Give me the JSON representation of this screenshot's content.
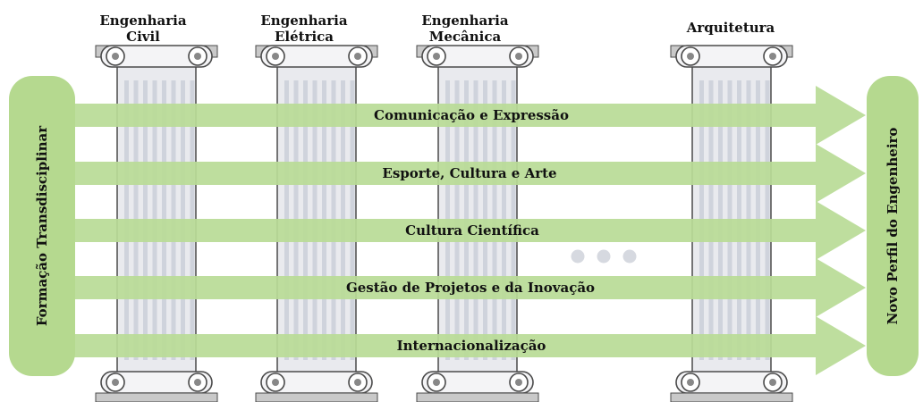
{
  "pillars": [
    {
      "label": "Engenharia\nCivil"
    },
    {
      "label": "Engenharia\nElétrica"
    },
    {
      "label": "Engenharia\nMecânica"
    },
    {
      "label": "Arquitetura"
    }
  ],
  "left_panel": {
    "label": "Formação Transdisciplinar"
  },
  "right_panel": {
    "label": "Novo Perfil do Engenheiro"
  },
  "arrows": [
    {
      "label": "Comunicação e Expressão"
    },
    {
      "label": "Esporte, Cultura e Arte"
    },
    {
      "label": "Cultura Científica"
    },
    {
      "label": "Gestão de Projetos e da Inovação"
    },
    {
      "label": "Internacionalização"
    }
  ],
  "colors": {
    "arrow_fill": "#b9dc97",
    "panel_fill": "#b5d98f",
    "pillar_shaft": "#e9eaee",
    "pillar_flute": "#cfd3dc",
    "pillar_outline": "#4a4a4a",
    "pillar_base": "#c9c9c9"
  }
}
